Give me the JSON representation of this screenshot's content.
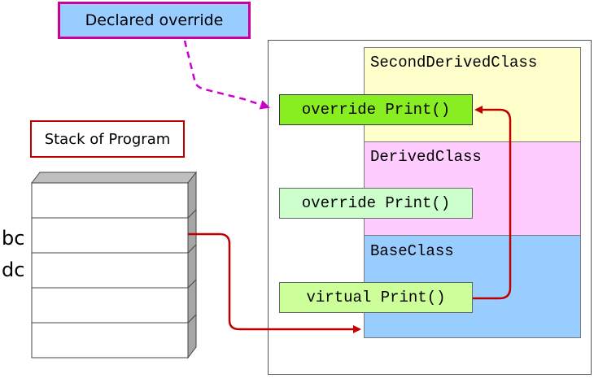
{
  "callout": {
    "text": "Declared override"
  },
  "stack": {
    "title": "Stack of Program",
    "row_labels": {
      "bc": "bc",
      "dc": "dc"
    }
  },
  "classes": {
    "second": {
      "name": "SecondDerivedClass",
      "method": "override Print()",
      "color": "#ffffcc"
    },
    "derived": {
      "name": "DerivedClass",
      "method": "override Print()",
      "color": "#ffccff"
    },
    "base": {
      "name": "BaseClass",
      "method": "virtual Print()",
      "color": "#99ccff"
    }
  },
  "colors": {
    "callout_border": "#cc0099",
    "callout_fill": "#99ccff",
    "arrow_red": "#c00000",
    "arrow_magenta": "#cc00cc",
    "highlight_method": "#88ee22"
  }
}
